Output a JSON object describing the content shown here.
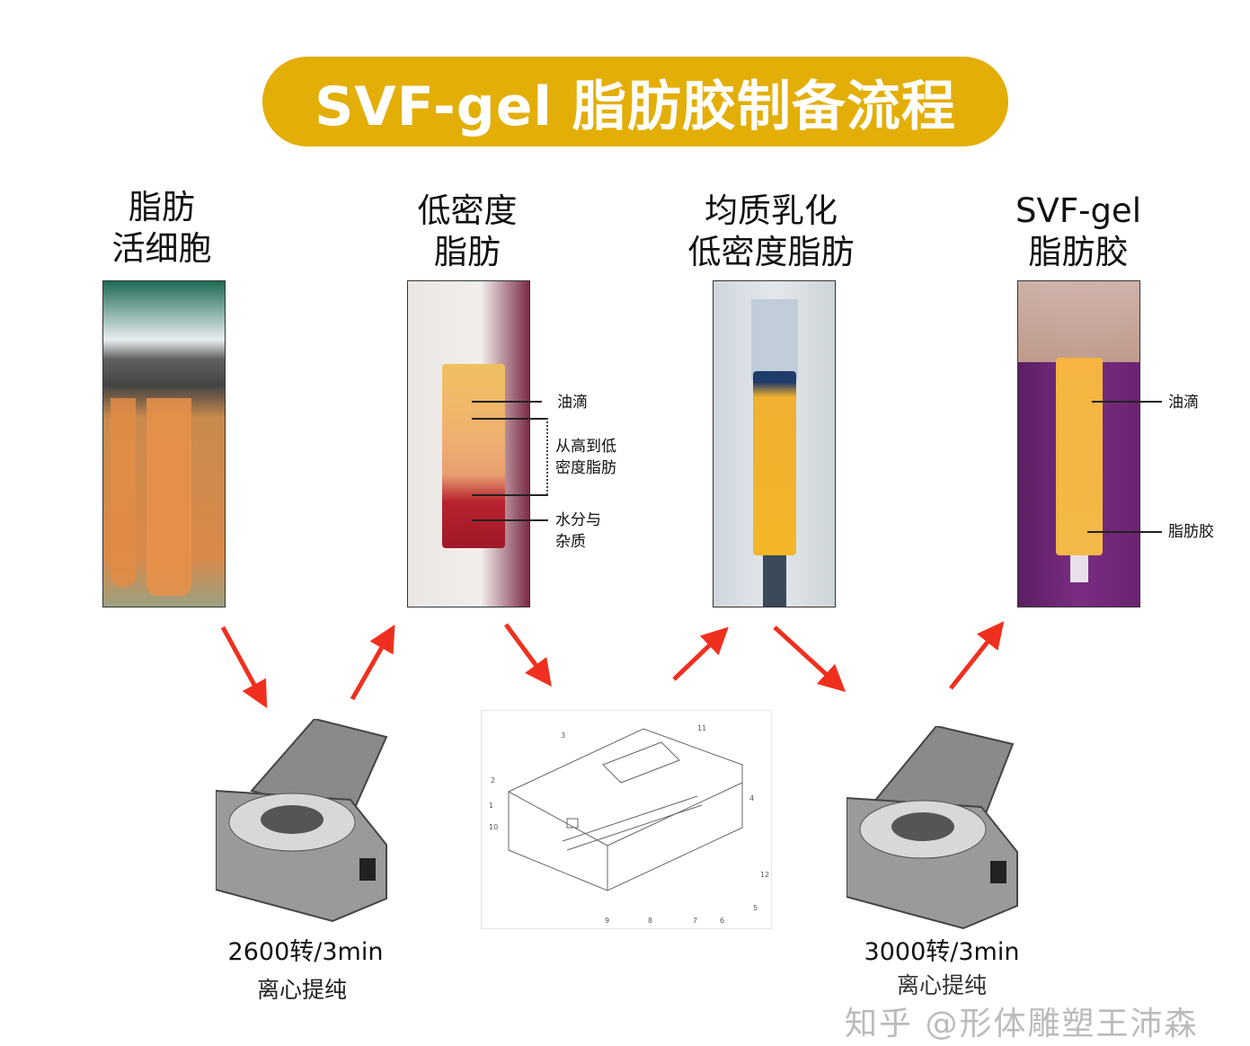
{
  "title": "SVF-gel 脂肪胶制备流程",
  "steps": [
    {
      "heading": [
        "脂肪",
        "活细胞"
      ]
    },
    {
      "heading": [
        "低密度",
        "脂肪"
      ]
    },
    {
      "heading": [
        "均质乳化",
        "低密度脂肪"
      ]
    },
    {
      "heading": [
        "SVF-gel",
        "脂肪胶"
      ]
    }
  ],
  "annotations": {
    "low_density": {
      "oil": "油滴",
      "gradient": [
        "从高到低",
        "密度脂肪"
      ],
      "water": [
        "水分与",
        "杂质"
      ]
    },
    "svf_gel": {
      "oil": "油滴",
      "gel": "脂肪胶"
    }
  },
  "processes": [
    {
      "speed": "2600转/3min",
      "label": "离心提纯"
    },
    {
      "speed": "3000转/3min",
      "label": "离心提纯"
    }
  ],
  "device_part_numbers": [
    "1",
    "2",
    "3",
    "4",
    "5",
    "6",
    "7",
    "8",
    "9",
    "10",
    "11",
    "12"
  ],
  "watermark": "知乎 @形体雕塑王沛森",
  "colors": {
    "title_bg": "#E3AE06",
    "arrow": "#F0301E",
    "fat": "#E8A040"
  }
}
